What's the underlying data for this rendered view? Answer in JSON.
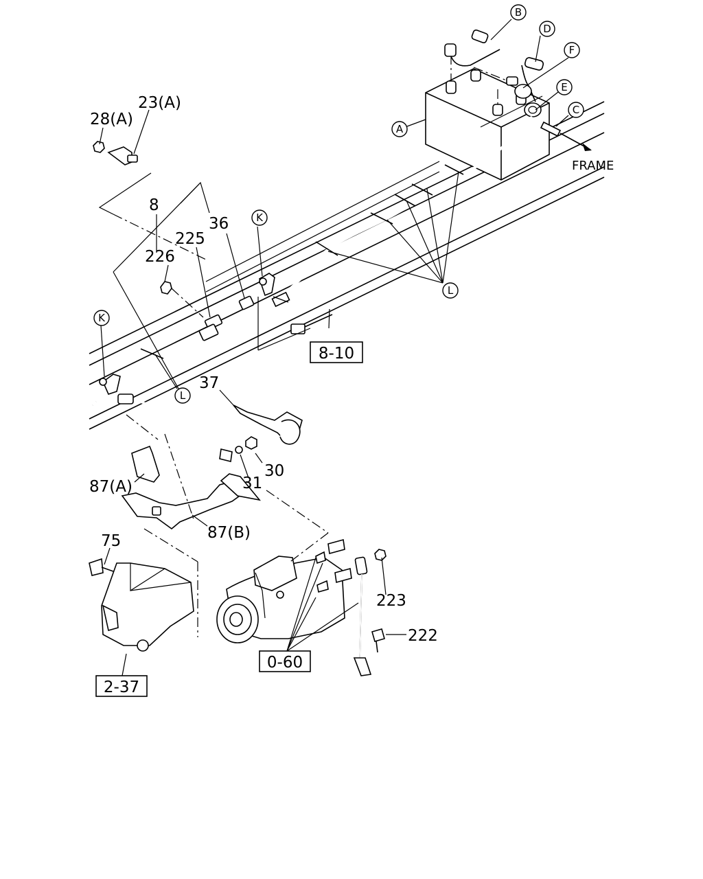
{
  "direction_label": "FRAME",
  "callouts": {
    "A": "A",
    "B": "B",
    "C": "C",
    "D": "D",
    "E": "E",
    "F": "F",
    "K1": "K",
    "K2": "K",
    "L1": "L",
    "L2": "L"
  },
  "part_numbers": {
    "p23a": "23(A)",
    "p28a": "28(A)",
    "p8": "8",
    "p225": "225",
    "p36": "36",
    "p226": "226",
    "p37": "37",
    "p30": "30",
    "p31": "31",
    "p87a": "87(A)",
    "p87b": "87(B)",
    "p75": "75",
    "p223": "223",
    "p222": "222"
  },
  "references": {
    "r810": "8-10",
    "r060": "0-60",
    "r237": "2-37"
  }
}
